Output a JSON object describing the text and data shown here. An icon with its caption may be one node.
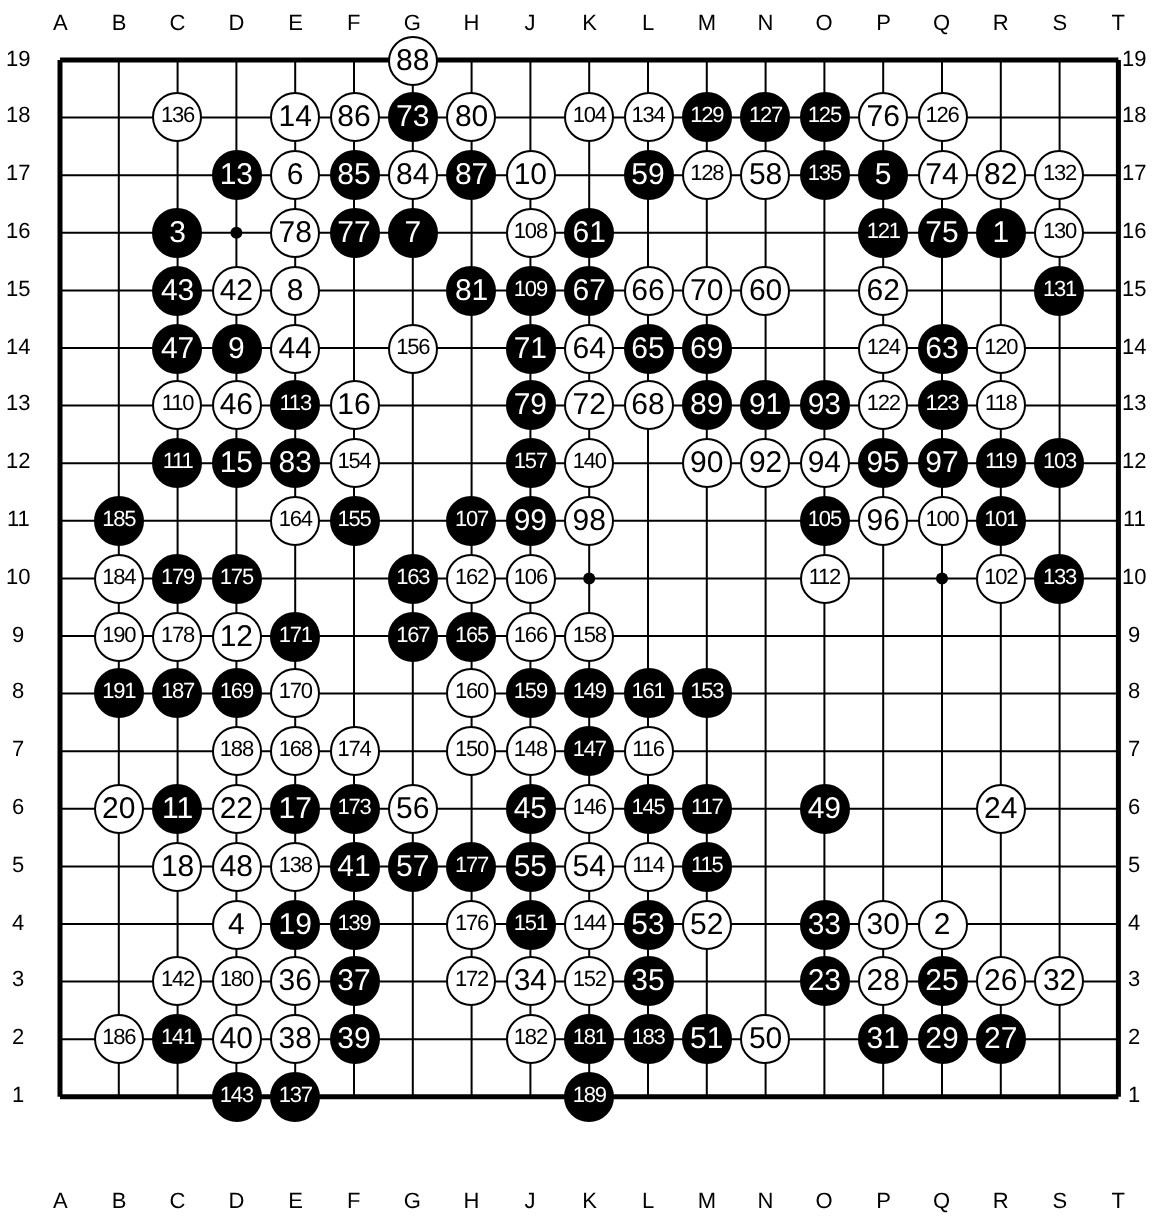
{
  "diagram": {
    "nodes": [
      {
        "text": [
          "88"
        ]
      },
      {
        "text": [
          "136"
        ]
      },
      {
        "text": [
          "14"
        ]
      },
      {
        "text": [
          "86"
        ]
      },
      {
        "text": [
          "73"
        ]
      },
      {
        "text": [
          "80"
        ]
      },
      {
        "text": [
          "104"
        ]
      },
      {
        "text": [
          "134"
        ]
      },
      {
        "text": [
          "129"
        ]
      },
      {
        "text": [
          "127"
        ]
      },
      {
        "text": [
          "125"
        ]
      },
      {
        "text": [
          "76"
        ]
      },
      {
        "text": [
          "126"
        ]
      },
      {
        "text": [
          "13"
        ]
      },
      {
        "text": [
          "6"
        ]
      },
      {
        "text": [
          "85"
        ]
      },
      {
        "text": [
          "84"
        ]
      },
      {
        "text": [
          "87"
        ]
      },
      {
        "text": [
          "10"
        ]
      },
      {
        "text": [
          "59"
        ]
      },
      {
        "text": [
          "128"
        ]
      },
      {
        "text": [
          "58"
        ]
      },
      {
        "text": [
          "135"
        ]
      },
      {
        "text": [
          "5"
        ]
      },
      {
        "text": [
          "74"
        ]
      },
      {
        "text": [
          "82"
        ]
      },
      {
        "text": [
          "132"
        ]
      },
      {
        "text": [
          "3"
        ]
      },
      {
        "text": [
          "78"
        ]
      },
      {
        "text": [
          "77"
        ]
      },
      {
        "text": [
          "7"
        ]
      },
      {
        "text": [
          "108"
        ]
      },
      {
        "text": [
          "61"
        ]
      },
      {
        "text": [
          "121"
        ]
      },
      {
        "text": [
          "75"
        ]
      },
      {
        "text": [
          "1"
        ]
      },
      {
        "text": [
          "130"
        ]
      },
      {
        "text": [
          "43"
        ]
      },
      {
        "text": [
          "42"
        ]
      },
      {
        "text": [
          "8"
        ]
      },
      {
        "text": [
          "81"
        ]
      },
      {
        "text": [
          "109"
        ]
      },
      {
        "text": [
          "67"
        ]
      },
      {
        "text": [
          "66"
        ]
      },
      {
        "text": [
          "70"
        ]
      },
      {
        "text": [
          "60"
        ]
      },
      {
        "text": [
          "62"
        ]
      },
      {
        "text": [
          "131"
        ]
      },
      {
        "text": [
          "47"
        ]
      },
      {
        "text": [
          "9"
        ]
      },
      {
        "text": [
          "44"
        ]
      },
      {
        "text": [
          "156"
        ]
      },
      {
        "text": [
          "71"
        ]
      },
      {
        "text": [
          "64"
        ]
      },
      {
        "text": [
          "65"
        ]
      },
      {
        "text": [
          "69"
        ]
      },
      {
        "text": [
          "124"
        ]
      },
      {
        "text": [
          "63"
        ]
      },
      {
        "text": [
          "120"
        ]
      },
      {
        "text": [
          "110"
        ]
      },
      {
        "text": [
          "46"
        ]
      },
      {
        "text": [
          "113"
        ]
      },
      {
        "text": [
          "16"
        ]
      },
      {
        "text": [
          "79"
        ]
      },
      {
        "text": [
          "72"
        ]
      },
      {
        "text": [
          "68"
        ]
      },
      {
        "text": [
          "89"
        ]
      },
      {
        "text": [
          "91"
        ]
      },
      {
        "text": [
          "93"
        ]
      },
      {
        "text": [
          "122"
        ]
      },
      {
        "text": [
          "123"
        ]
      },
      {
        "text": [
          "118"
        ]
      },
      {
        "text": [
          "111"
        ]
      },
      {
        "text": [
          "15"
        ]
      },
      {
        "text": [
          "83"
        ]
      },
      {
        "text": [
          "154"
        ]
      },
      {
        "text": [
          "157"
        ]
      },
      {
        "text": [
          "140"
        ]
      },
      {
        "text": [
          "90"
        ]
      },
      {
        "text": [
          "92"
        ]
      },
      {
        "text": [
          "94"
        ]
      },
      {
        "text": [
          "95"
        ]
      },
      {
        "text": [
          "97"
        ]
      },
      {
        "text": [
          "119"
        ]
      },
      {
        "text": [
          "103"
        ]
      },
      {
        "text": [
          "185"
        ]
      },
      {
        "text": [
          "164"
        ]
      },
      {
        "text": [
          "155"
        ]
      },
      {
        "text": [
          "107"
        ]
      },
      {
        "text": [
          "99"
        ]
      },
      {
        "text": [
          "98"
        ]
      },
      {
        "text": [
          "105"
        ]
      },
      {
        "text": [
          "96"
        ]
      },
      {
        "text": [
          "100"
        ]
      },
      {
        "text": [
          "101"
        ]
      },
      {
        "text": [
          "184"
        ]
      },
      {
        "text": [
          "179"
        ]
      },
      {
        "text": [
          "175"
        ]
      },
      {
        "text": [
          "163"
        ]
      },
      {
        "text": [
          "162"
        ]
      },
      {
        "text": [
          "106"
        ]
      },
      {
        "text": [
          "112"
        ]
      },
      {
        "text": [
          "102"
        ]
      },
      {
        "text": [
          "133"
        ]
      },
      {
        "text": [
          "190"
        ]
      },
      {
        "text": [
          "178"
        ]
      },
      {
        "text": [
          "12"
        ]
      },
      {
        "text": [
          "171"
        ]
      },
      {
        "text": [
          "167"
        ]
      },
      {
        "text": [
          "165"
        ]
      },
      {
        "text": [
          "166"
        ]
      },
      {
        "text": [
          "158"
        ]
      },
      {
        "text": [
          "191"
        ]
      },
      {
        "text": [
          "187"
        ]
      },
      {
        "text": [
          "169"
        ]
      },
      {
        "text": [
          "170"
        ]
      },
      {
        "text": [
          "160"
        ]
      },
      {
        "text": [
          "159"
        ]
      },
      {
        "text": [
          "149"
        ]
      },
      {
        "text": [
          "161"
        ]
      },
      {
        "text": [
          "153"
        ]
      },
      {
        "text": [
          "188"
        ]
      },
      {
        "text": [
          "168"
        ]
      },
      {
        "text": [
          "174"
        ]
      },
      {
        "text": [
          "150"
        ]
      },
      {
        "text": [
          "148"
        ]
      },
      {
        "text": [
          "147"
        ]
      },
      {
        "text": [
          "116"
        ]
      },
      {
        "text": [
          "20"
        ]
      },
      {
        "text": [
          "11"
        ]
      },
      {
        "text": [
          "22"
        ]
      },
      {
        "text": [
          "17"
        ]
      },
      {
        "text": [
          "173"
        ]
      },
      {
        "text": [
          "56"
        ]
      },
      {
        "text": [
          "45"
        ]
      },
      {
        "text": [
          "146"
        ]
      },
      {
        "text": [
          "145"
        ]
      },
      {
        "text": [
          "117"
        ]
      },
      {
        "text": [
          "49"
        ]
      },
      {
        "text": [
          "24"
        ]
      },
      {
        "text": [
          "18"
        ]
      },
      {
        "text": [
          "48"
        ]
      },
      {
        "text": [
          "138"
        ]
      },
      {
        "text": [
          "41"
        ]
      },
      {
        "text": [
          "57"
        ]
      },
      {
        "text": [
          "177"
        ]
      },
      {
        "text": [
          "55"
        ]
      },
      {
        "text": [
          "54"
        ]
      },
      {
        "text": [
          "114"
        ]
      },
      {
        "text": [
          "115"
        ]
      },
      {
        "text": [
          "4"
        ]
      },
      {
        "text": [
          "19"
        ]
      },
      {
        "text": [
          "139"
        ]
      },
      {
        "text": [
          "176"
        ]
      },
      {
        "text": [
          "151"
        ]
      },
      {
        "text": [
          "144"
        ]
      },
      {
        "text": [
          "53"
        ]
      },
      {
        "text": [
          "52"
        ]
      },
      {
        "text": [
          "33"
        ]
      },
      {
        "text": [
          "30"
        ]
      },
      {
        "text": [
          "2"
        ]
      },
      {
        "text": [
          "142"
        ]
      },
      {
        "text": [
          "180"
        ]
      },
      {
        "text": [
          "36"
        ]
      },
      {
        "text": [
          "37"
        ]
      },
      {
        "text": [
          "172"
        ]
      },
      {
        "text": [
          "34"
        ]
      },
      {
        "text": [
          "152"
        ]
      },
      {
        "text": [
          "35"
        ]
      },
      {
        "text": [
          "23"
        ]
      },
      {
        "text": [
          "28"
        ]
      },
      {
        "text": [
          "25"
        ]
      },
      {
        "text": [
          "26"
        ]
      },
      {
        "text": [
          "32"
        ]
      },
      {
        "text": [
          "186"
        ]
      },
      {
        "text": [
          "141"
        ]
      },
      {
        "text": [
          "40"
        ]
      },
      {
        "text": [
          "38"
        ]
      },
      {
        "text": [
          "39"
        ]
      },
      {
        "text": [
          "182"
        ]
      },
      {
        "text": [
          "181"
        ]
      },
      {
        "text": [
          "183"
        ]
      },
      {
        "text": [
          "51"
        ]
      },
      {
        "text": [
          "50"
        ]
      },
      {
        "text": [
          "31"
        ]
      },
      {
        "text": [
          "29"
        ]
      },
      {
        "text": [
          "27"
        ]
      },
      {
        "text": [
          "143"
        ]
      },
      {
        "text": [
          "137"
        ]
      },
      {
        "text": [
          "189"
        ]
      }
    ],
    "labels": [
      "A",
      "B",
      "C",
      "D",
      "E",
      "F",
      "G",
      "H",
      "J",
      "K",
      "L",
      "M",
      "N",
      "O",
      "P",
      "Q",
      "R",
      "S",
      "T",
      "19",
      "19",
      "18",
      "18",
      "17",
      "17",
      "16",
      "16",
      "15",
      "15",
      "14",
      "14",
      "13",
      "13",
      "12",
      "12",
      "11",
      "11",
      "10",
      "10",
      "9",
      "9",
      "8",
      "8",
      "7",
      "7",
      "6",
      "6",
      "5",
      "5",
      "4",
      "4",
      "3",
      "3",
      "2",
      "2",
      "1",
      "1",
      "A",
      "B",
      "C",
      "D",
      "E",
      "F",
      "G",
      "H",
      "J",
      "K",
      "L",
      "M",
      "N",
      "O",
      "P",
      "Q",
      "R",
      "S",
      "T"
    ]
  }
}
